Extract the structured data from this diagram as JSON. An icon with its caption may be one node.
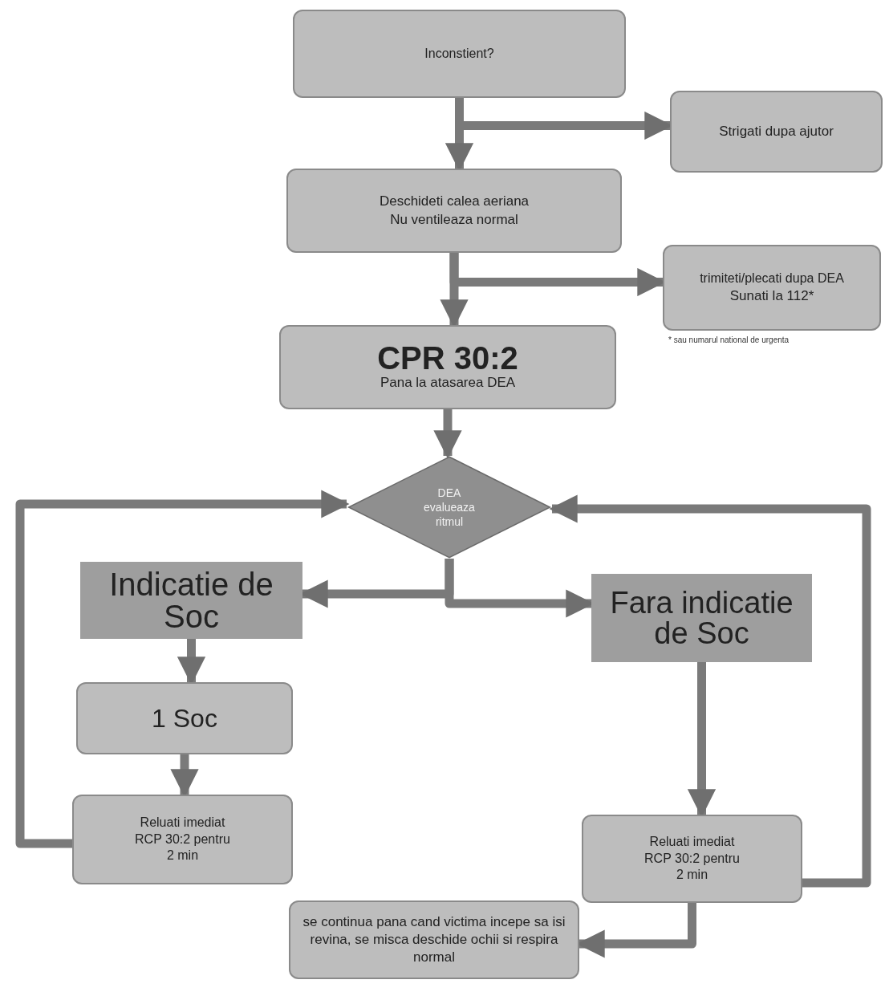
{
  "diagram": {
    "nodes": [
      {
        "text": [
          "Inconstient?"
        ]
      },
      {
        "text": [
          "Strigati dupa ajutor"
        ]
      },
      {
        "text": [
          "Deschideti calea aeriana",
          "Nu ventileaza normal"
        ]
      },
      {
        "text": [
          "trimiteti/plecati dupa DEA",
          "Sunati la 112*"
        ]
      },
      {
        "text": [
          "CPR 30:2",
          "Pana la atasarea DEA"
        ]
      },
      {
        "text": [
          "DEA evalueaza ritmul"
        ]
      },
      {
        "text": [
          "Indicatie de Soc"
        ]
      },
      {
        "text": [
          "Fara indicatie de Soc"
        ]
      },
      {
        "text": [
          "1 Soc"
        ]
      },
      {
        "text": [
          "Reluati imediat RCP 30:2 pentru 2 min"
        ]
      },
      {
        "text": [
          "Reluati imediat RCP 30:2 pentru 2 min"
        ]
      },
      {
        "text": [
          "se continua pana cand victima incepe sa isi revina, se misca deschide ochii si respira normal"
        ]
      }
    ],
    "edges": [
      {
        "from": 0,
        "to": 1,
        "arrow": "to"
      },
      {
        "from": 0,
        "to": 2,
        "arrow": "to"
      },
      {
        "from": 2,
        "to": 3,
        "arrow": "to"
      },
      {
        "from": 2,
        "to": 4,
        "arrow": "to"
      },
      {
        "from": 4,
        "to": 5,
        "arrow": "to"
      },
      {
        "from": 5,
        "to": 6,
        "arrow": "to"
      },
      {
        "from": 5,
        "to": 7,
        "arrow": "to"
      },
      {
        "from": 6,
        "to": 8,
        "arrow": "to"
      },
      {
        "from": 8,
        "to": 9,
        "arrow": "to"
      },
      {
        "from": 9,
        "to": 5,
        "arrow": "to"
      },
      {
        "from": 7,
        "to": 10,
        "arrow": "to"
      },
      {
        "from": 10,
        "to": 5,
        "arrow": "to"
      },
      {
        "from": 10,
        "to": 11,
        "arrow": "to"
      }
    ],
    "labels": [
      "* sau numarul national de urgenta"
    ]
  }
}
